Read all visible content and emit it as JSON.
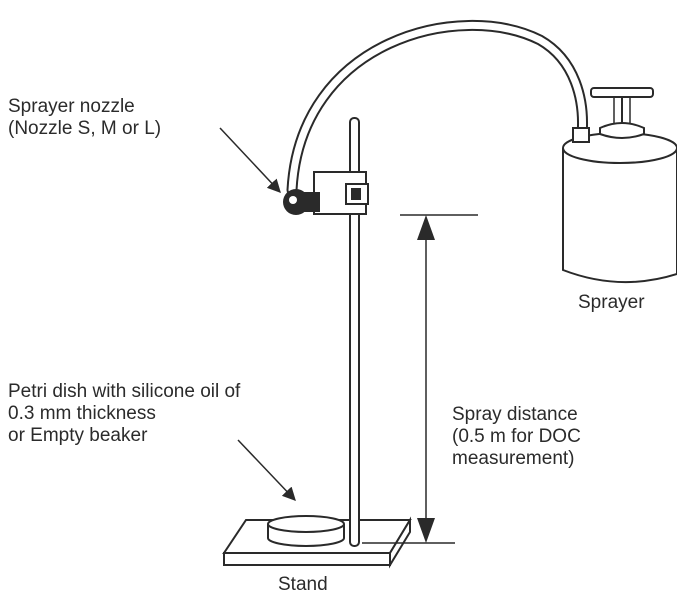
{
  "labels": {
    "nozzle": [
      "Sprayer nozzle",
      "(Nozzle S, M or L)"
    ],
    "sprayer": "Sprayer",
    "petri": [
      "Petri dish with silicone oil of",
      "0.3 mm thickness",
      "or Empty beaker"
    ],
    "spray_distance": [
      "Spray distance",
      "(0.5 m for DOC",
      "measurement)"
    ],
    "stand": "Stand"
  },
  "colors": {
    "ink": "#2a2a2a",
    "background": "#ffffff"
  }
}
